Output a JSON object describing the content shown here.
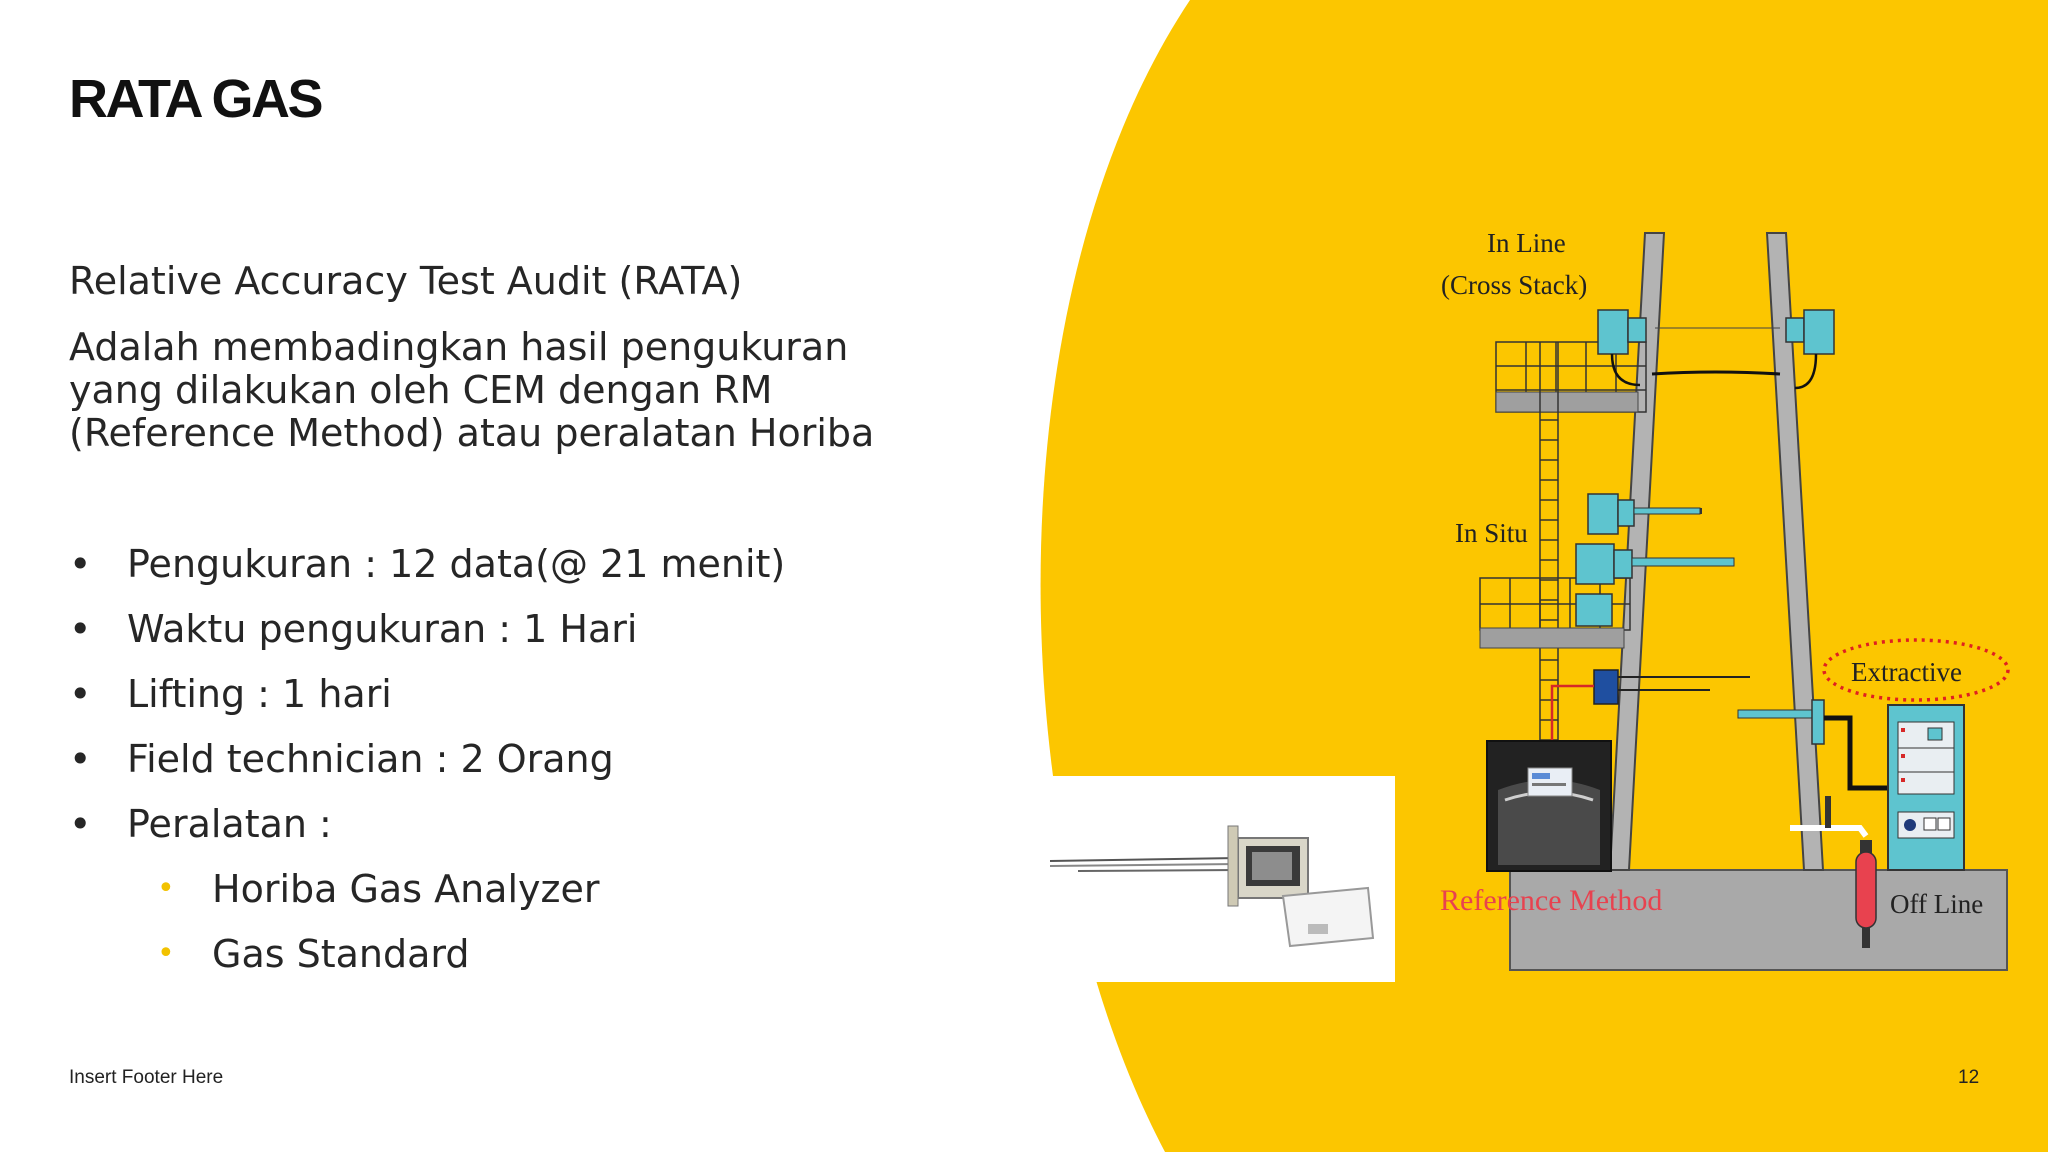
{
  "slide": {
    "title": "RATA GAS",
    "subtitle": "Relative Accuracy Test Audit (RATA)",
    "description": "Adalah membadingkan hasil pengukuran yang dilakukan oleh CEM dengan RM (Reference Method) atau peralatan Horiba",
    "bullets": [
      {
        "marker": "•",
        "text": "Pengukuran : 12 data(@ 21 menit)"
      },
      {
        "marker": "•",
        "text": "Waktu pengukuran : 1 Hari"
      },
      {
        "marker": "•",
        "text": "Lifting : 1 hari"
      },
      {
        "marker": "•",
        "text": "Field technician : 2 Orang"
      },
      {
        "marker": "•",
        "text": "Peralatan :"
      }
    ],
    "sub_bullets": [
      {
        "marker": "•",
        "text": "Horiba Gas Analyzer"
      },
      {
        "marker": "•",
        "text": "Gas Standard"
      }
    ],
    "footer": "Insert Footer Here",
    "page_number": "12"
  },
  "diagram": {
    "label_inline_1": "In Line",
    "label_inline_2": "(Cross Stack)",
    "label_insitu": "In Situ",
    "label_extractive": "Extractive",
    "label_reference": "Reference Method",
    "label_offline": "Off Line"
  },
  "colors": {
    "accent_yellow": "#fcc600",
    "reference_red": "#e8424f",
    "analyzer_cyan": "#5ec4cf",
    "stack_gray": "#b3b3b3"
  }
}
